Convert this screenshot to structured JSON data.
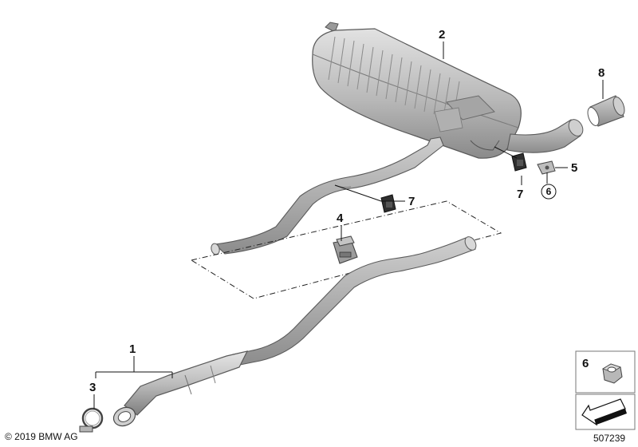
{
  "callouts": {
    "part_1": "1",
    "part_2": "2",
    "part_3": "3",
    "part_4": "4",
    "part_5": "5",
    "part_6": "6",
    "part_7a": "7",
    "part_7b": "7",
    "part_8": "8",
    "legend_6": "6"
  },
  "footer": {
    "copyright": "© 2019 BMW AG",
    "diagram_number": "507239"
  },
  "colors": {
    "metal_light": "#d4d4d4",
    "metal_mid": "#a9a9a9",
    "metal_dark": "#6f6f6f",
    "ink": "#111111"
  }
}
